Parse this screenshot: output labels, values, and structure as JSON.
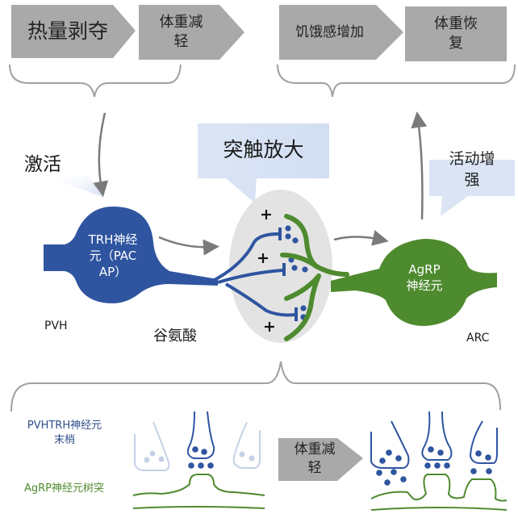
{
  "top_left_flow": {
    "step1": "热量剥夺",
    "step2_line1": "体重减",
    "step2_line2": "轻"
  },
  "top_right_flow": {
    "step1": "饥饿感增加",
    "step2_line1": "体重恢",
    "step2_line2": "复"
  },
  "callouts": {
    "activation": "激活",
    "synaptic_amplification": "突触放大",
    "activity_increase_line1": "活动增",
    "activity_increase_line2": "强"
  },
  "neurons": {
    "trh": {
      "line1": "TRH神经",
      "line2": "元（PAC",
      "line3": "AP）",
      "region": "PVH",
      "color": "#2f55a0"
    },
    "agrp": {
      "line1": "AgRP",
      "line2": "神经元",
      "region": "ARC",
      "color": "#4e8a2e"
    },
    "neurotransmitter": "谷氨酸",
    "synapse_signs": [
      "+",
      "+",
      "+"
    ]
  },
  "bottom_panel": {
    "legend_trh_line1": "PVHTRH神经元",
    "legend_trh_line2": "末梢",
    "legend_agrp": "AgRP神经元树突",
    "transition_line1": "体重减",
    "transition_line2": "轻"
  },
  "colors": {
    "arrow_box": "#a6a6a6",
    "bracket": "#a0a0a0",
    "callout": "#d7e2f4",
    "synapse_region": "#e3e3e3",
    "faded_blue": "#c5d1e6"
  }
}
